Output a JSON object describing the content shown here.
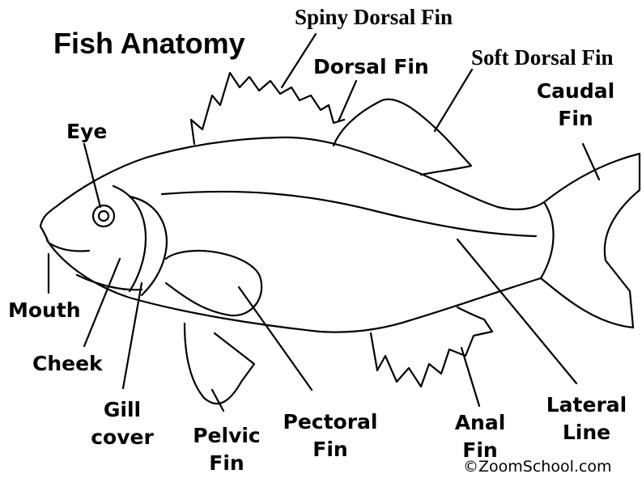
{
  "title": "Fish Anatomy",
  "labels": {
    "spiny_dorsal_fin": "Spiny Dorsal Fin",
    "soft_dorsal_fin": "Soft Dorsal Fin",
    "dorsal_fin": "Dorsal Fin",
    "caudal_fin_line1": "Caudal",
    "caudal_fin_line2": "Fin",
    "eye": "Eye",
    "mouth": "Mouth",
    "cheek": "Cheek",
    "gill_cover_line1": "Gill",
    "gill_cover_line2": "cover",
    "pelvic_fin_line1": "Pelvic",
    "pelvic_fin_line2": "Fin",
    "pectoral_fin_line1": "Pectoral",
    "pectoral_fin_line2": "Fin",
    "anal_fin_line1": "Anal",
    "anal_fin_line2": "Fin",
    "lateral_line_line1": "Lateral",
    "lateral_line_line2": "Line"
  },
  "credit": "©ZoomSchool.com",
  "colors": {
    "ink": "#000000",
    "background": "#ffffff"
  }
}
